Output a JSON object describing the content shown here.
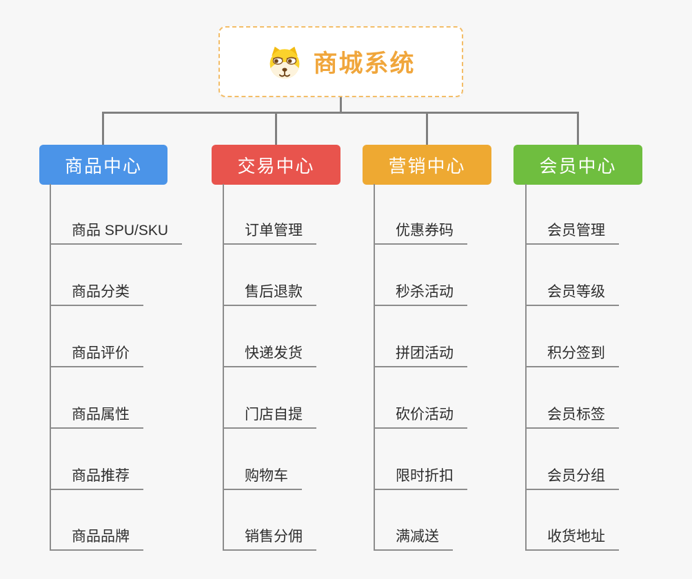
{
  "canvas": {
    "background": "#f7f7f7",
    "connector_color": "#808080",
    "leaf_line_color": "#8c8c8c"
  },
  "root": {
    "title": "商城系统",
    "icon": "doge-icon",
    "title_color": "#f0a63c",
    "border_color": "#f3bd67"
  },
  "branches": [
    {
      "label": "商品中心",
      "color": "#4b94e8",
      "children": [
        "商品 SPU/SKU",
        "商品分类",
        "商品评价",
        "商品属性",
        "商品推荐",
        "商品品牌"
      ]
    },
    {
      "label": "交易中心",
      "color": "#e8544d",
      "children": [
        "订单管理",
        "售后退款",
        "快递发货",
        "门店自提",
        "购物车",
        "销售分佣"
      ]
    },
    {
      "label": "营销中心",
      "color": "#eea932",
      "children": [
        "优惠券码",
        "秒杀活动",
        "拼团活动",
        "砍价活动",
        "限时折扣",
        "满减送"
      ]
    },
    {
      "label": "会员中心",
      "color": "#6fbe3f",
      "children": [
        "会员管理",
        "会员等级",
        "积分签到",
        "会员标签",
        "会员分组",
        "收货地址"
      ]
    }
  ]
}
